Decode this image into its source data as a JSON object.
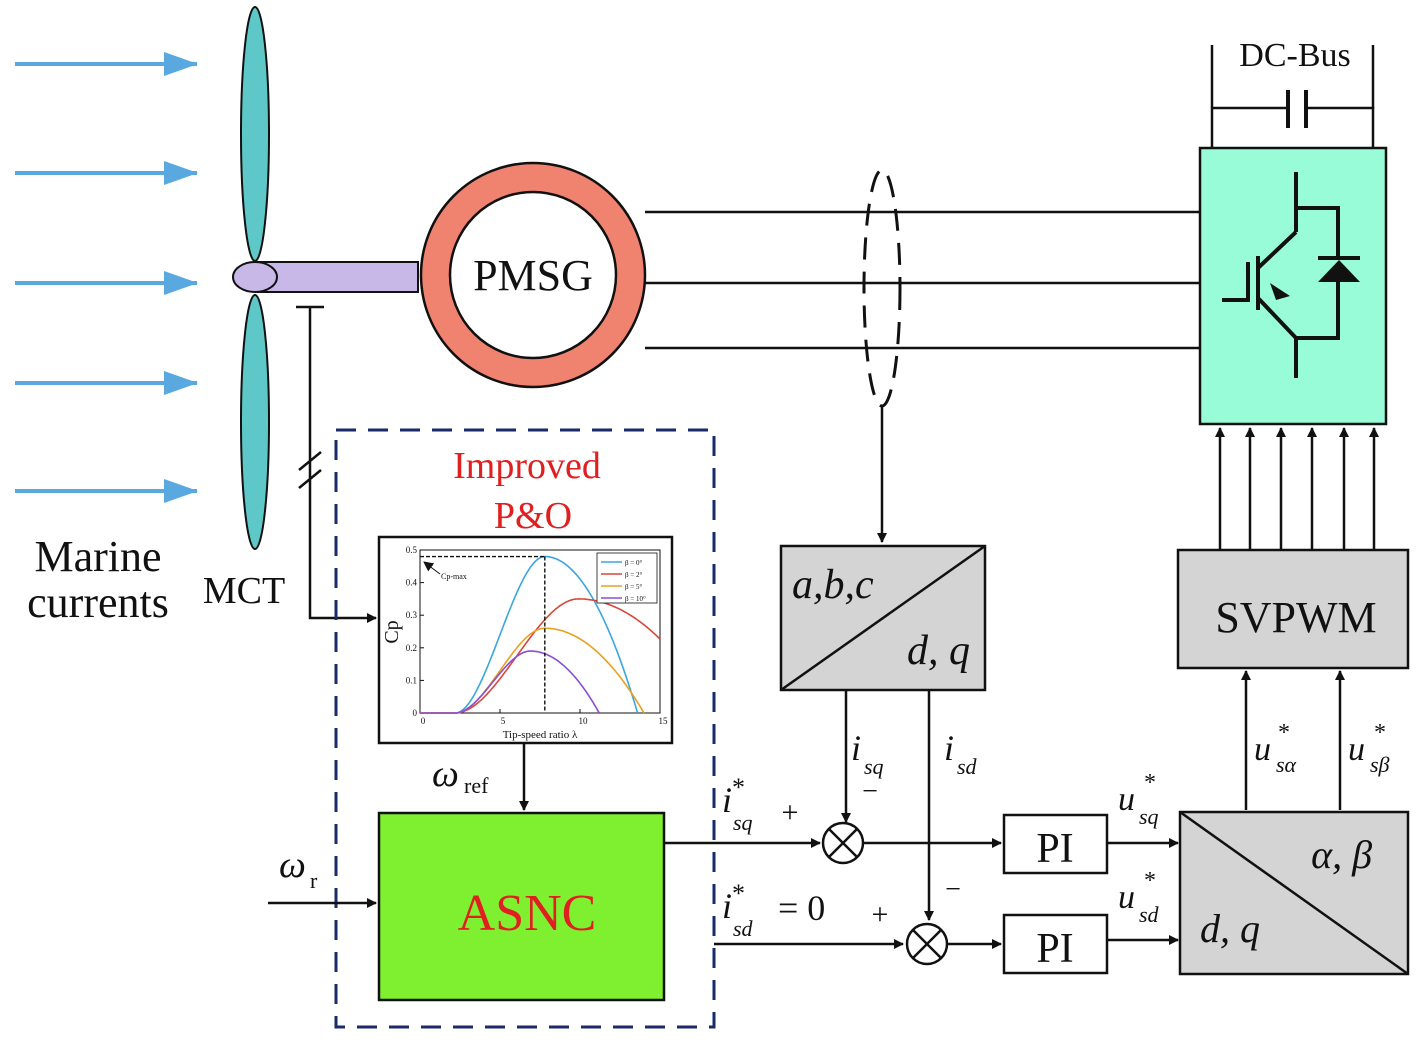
{
  "labels": {
    "marine_line1": "Marine",
    "marine_line2": "currents",
    "mct": "MCT",
    "pmsg": "PMSG",
    "dc_bus": "DC-Bus",
    "improved_line1": "Improved",
    "improved_line2": "P&O",
    "asnc": "ASNC",
    "svpwm": "SVPWM",
    "pi_q": "PI",
    "pi_d": "PI",
    "abc": "a,b,c",
    "dq_top": "d, q",
    "alphabeta": "α, β",
    "dq_bottom": "d, q"
  },
  "signals": {
    "omega": "ω",
    "ref_sub": "ref",
    "r_sub": "r",
    "i": "i",
    "u": "u",
    "star": "*",
    "sq": "sq",
    "sd": "sd",
    "salpha": "sα",
    "sbeta": "sβ",
    "eq_zero": "= 0",
    "plus": "+",
    "minus": "−"
  },
  "chart_data": {
    "type": "line",
    "xlabel": "Tip-speed ratio λ",
    "ylabel": "Cp",
    "xlim": [
      0,
      15
    ],
    "ylim": [
      0,
      0.5
    ],
    "xticks": [
      "0",
      "5",
      "10",
      "15"
    ],
    "yticks": [
      "0",
      "0.1",
      "0.2",
      "0.3",
      "0.4",
      "0.5"
    ],
    "annotation": "Cp-max",
    "vline_x": 7.8,
    "series": [
      {
        "name": "β = 0°",
        "color": "#3aa6dd",
        "peak_x": 7.8,
        "peak_y": 0.48,
        "zero_x": 13.6
      },
      {
        "name": "β = 2°",
        "color": "#d9463c",
        "peak_x": 9.9,
        "peak_y": 0.35,
        "zero_x": 18.5
      },
      {
        "name": "β = 5°",
        "color": "#e8a020",
        "peak_x": 7.8,
        "peak_y": 0.26,
        "zero_x": 14.0
      },
      {
        "name": "β = 10°",
        "color": "#8a4fd0",
        "peak_x": 6.9,
        "peak_y": 0.19,
        "zero_x": 11.2
      }
    ]
  },
  "colors": {
    "blade": "#5ec8c8",
    "shaft": "#c8b8e8",
    "pmsg_ring": "#f08270",
    "converter": "#98fcd8",
    "asnc": "#7ef030",
    "block_grey": "#d4d4d4",
    "arrow_blue": "#5aa8e0",
    "dashed_box": "#1a2a6a",
    "red_text": "#e02020"
  }
}
